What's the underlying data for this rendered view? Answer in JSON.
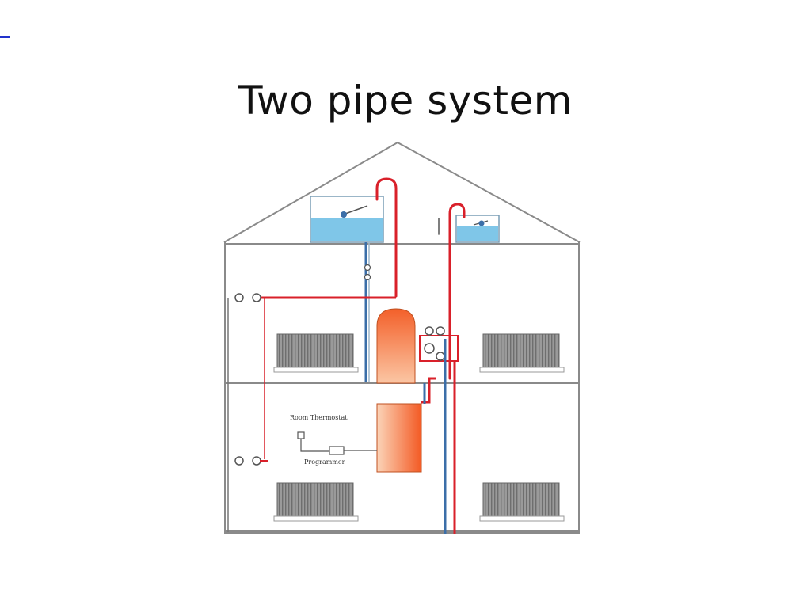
{
  "slide": {
    "title": "Two pipe system"
  },
  "diagram": {
    "labels": {
      "room_thermostat": "Room Thermostat",
      "programmer": "Programmer"
    },
    "colors": {
      "flow_pipe": "#d9202a",
      "return_pipe": "#3b6ea8",
      "tank_water": "#7fc6e8",
      "boiler": "#f47a3a",
      "radiator": "#8c8c8c",
      "wall": "#8a8a8a",
      "link": "#2233cc"
    }
  }
}
